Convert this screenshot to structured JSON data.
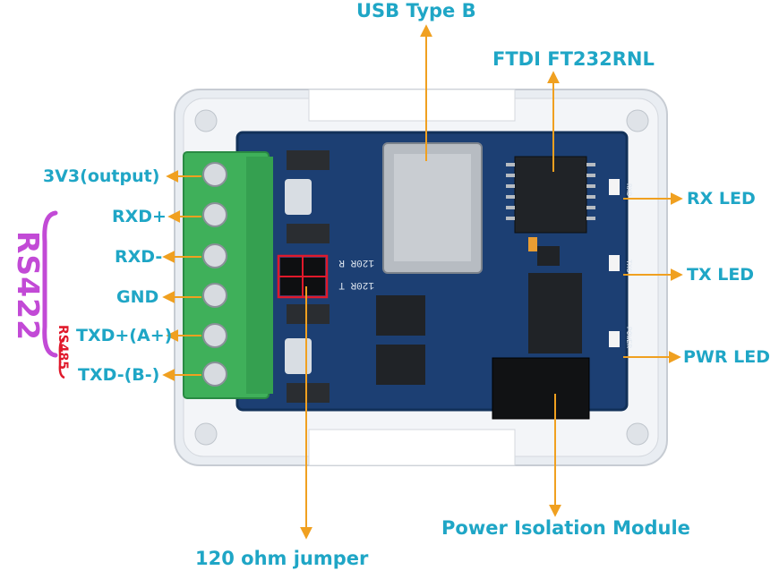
{
  "labels": {
    "usb": "USB Type B",
    "ftdi": "FTDI FT232RNL",
    "v3": "3V3(output)",
    "rxdp": "RXD+",
    "rxdm": "RXD-",
    "gnd": "GND",
    "txdp": "TXD+(A+)",
    "txdm": "TXD-(B-)",
    "rxled": "RX LED",
    "txled": "TX LED",
    "pwrled": "PWR LED",
    "iso": "Power Isolation Module",
    "jumper": "120 ohm jumper",
    "rs422": "RS422",
    "rs485": "RS485"
  },
  "silkscreen": {
    "r_label": "120R  R",
    "t_label": "120R  T",
    "rxd": "RXD",
    "txd": "TXC",
    "power": "POWER"
  },
  "colors": {
    "label": "#1fa6c6",
    "arrow": "#f0a020",
    "rs422": "#c24ad6",
    "rs485": "#e0192b",
    "pcb": "#1c3f73",
    "terminal": "#3fb05a",
    "jumper_box": "#e0192b"
  }
}
